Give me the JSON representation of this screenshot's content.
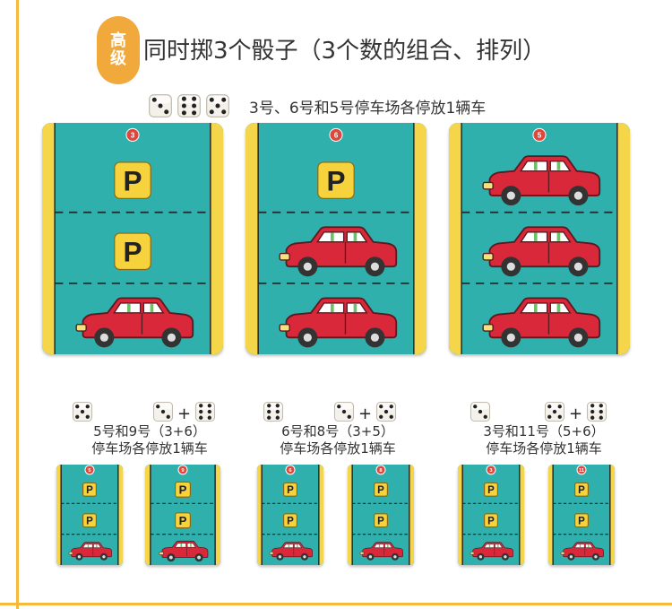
{
  "header": {
    "badge_line1": "高",
    "badge_line2": "级",
    "title": "同时掷3个骰子（3个数的组合、排列）"
  },
  "top": {
    "caption": "3号、6号和5号停车场各停放1辆车",
    "cards": [
      {
        "number": "3",
        "lanes": [
          "parking",
          "parking",
          "car"
        ]
      },
      {
        "number": "6",
        "lanes": [
          "parking",
          "car",
          "car"
        ]
      },
      {
        "number": "5",
        "lanes": [
          "car",
          "car",
          "car"
        ]
      }
    ]
  },
  "groups": [
    {
      "line1": "5号和9号（3+6）",
      "line2": "停车场各停放1辆车",
      "cards": [
        {
          "number": "5",
          "lanes": [
            "parking",
            "parking",
            "car"
          ]
        },
        {
          "number": "9",
          "lanes": [
            "parking",
            "parking",
            "car"
          ]
        }
      ]
    },
    {
      "line1": "6号和8号（3+5）",
      "line2": "停车场各停放1辆车",
      "cards": [
        {
          "number": "6",
          "lanes": [
            "parking",
            "parking",
            "car"
          ]
        },
        {
          "number": "8",
          "lanes": [
            "parking",
            "parking",
            "car"
          ]
        }
      ]
    },
    {
      "line1": "3号和11号（5+6）",
      "line2": "停车场各停放1辆车",
      "cards": [
        {
          "number": "3",
          "lanes": [
            "parking",
            "parking",
            "car"
          ]
        },
        {
          "number": "11",
          "lanes": [
            "parking",
            "parking",
            "car"
          ]
        }
      ]
    }
  ],
  "plus": "+",
  "parking_letter": "P",
  "colors": {
    "accent": "#f2a93b",
    "card_teal": "#2fb0ad",
    "stripe_yellow": "#f5d64a",
    "car_red": "#d8283a",
    "number_badge": "#e0473c",
    "parking_sign": "#f6d23c"
  }
}
